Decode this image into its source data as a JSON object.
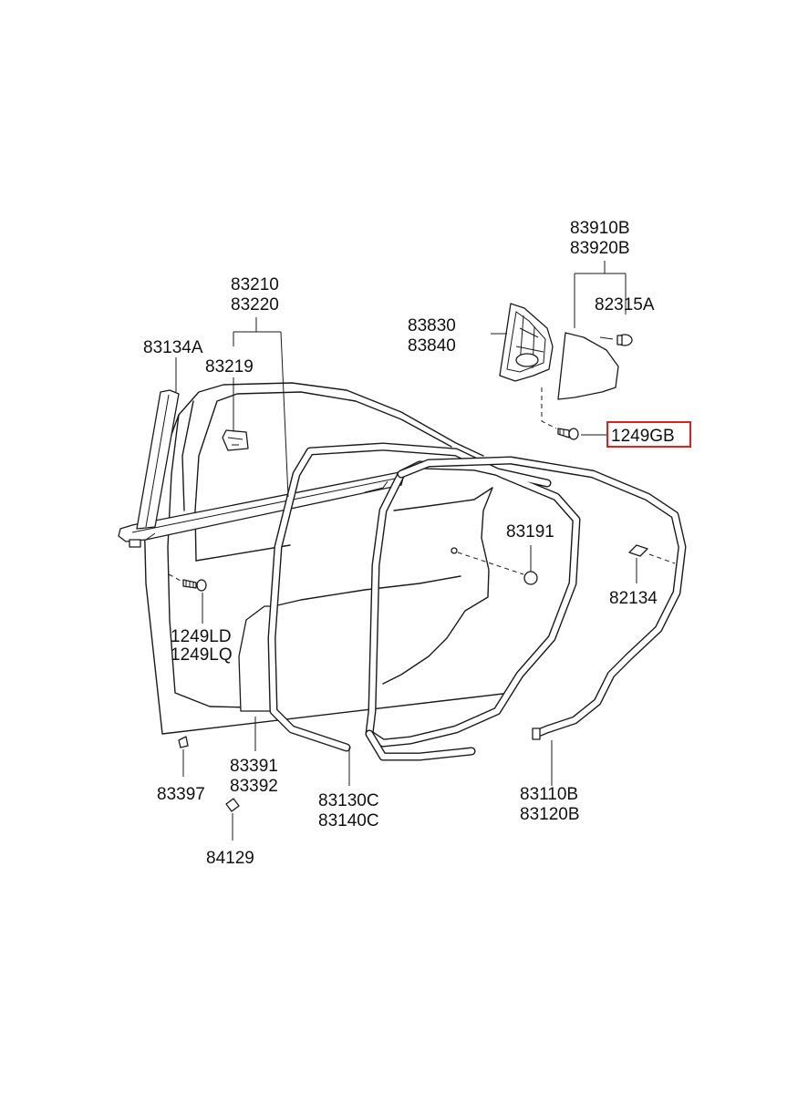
{
  "labels": {
    "p83910B": "83910B",
    "p83920B": "83920B",
    "p82315A": "82315A",
    "p83830": "83830",
    "p83840": "83840",
    "p83210": "83210",
    "p83220": "83220",
    "p83134A": "83134A",
    "p83219": "83219",
    "p1249GB": "1249GB",
    "p83191": "83191",
    "p82134": "82134",
    "p1249LD": "1249LD",
    "p1249LQ": "1249LQ",
    "p83391": "83391",
    "p83392": "83392",
    "p83397": "83397",
    "p84129": "84129",
    "p83130C": "83130C",
    "p83140C": "83140C",
    "p83110B": "83110B",
    "p83120B": "83120B"
  },
  "highlight": {
    "part": "1249GB",
    "color": "#e02020"
  }
}
